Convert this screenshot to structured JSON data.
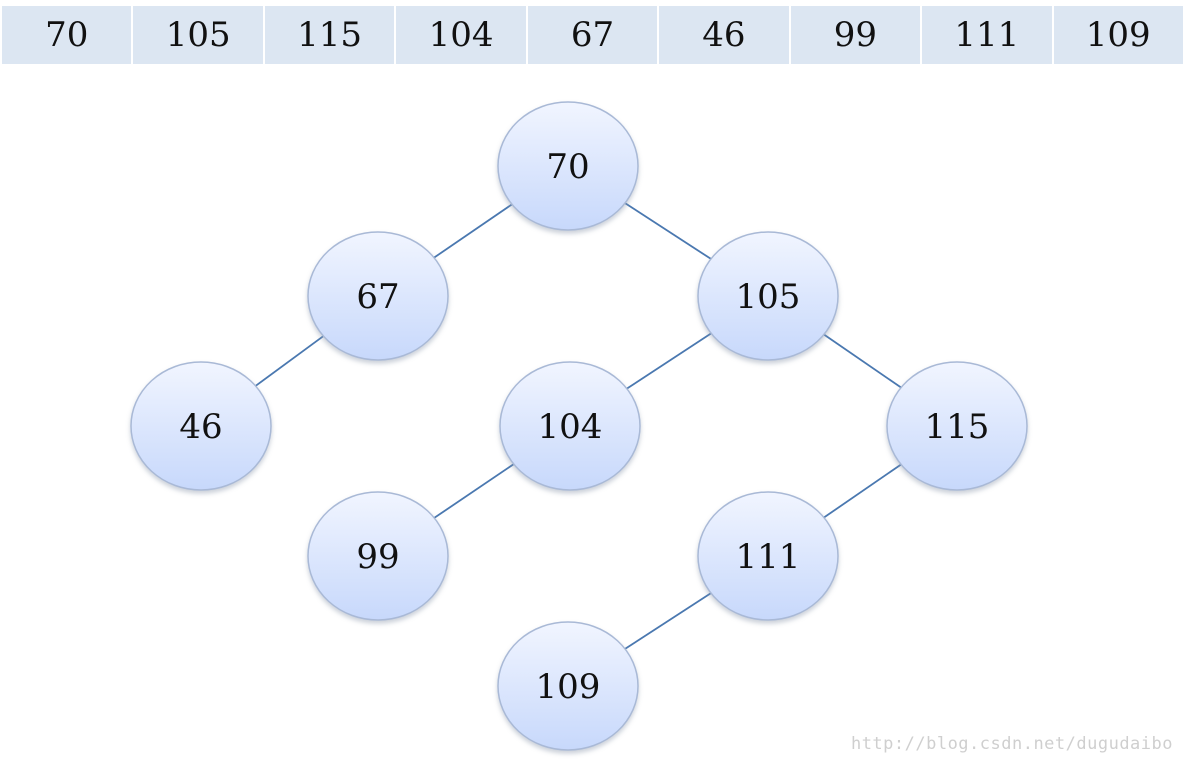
{
  "array": [
    "70",
    "105",
    "115",
    "104",
    "67",
    "46",
    "99",
    "111",
    "109"
  ],
  "tree": {
    "nodes": [
      {
        "id": "n70",
        "label": "70"
      },
      {
        "id": "n67",
        "label": "67"
      },
      {
        "id": "n105",
        "label": "105"
      },
      {
        "id": "n46",
        "label": "46"
      },
      {
        "id": "n104",
        "label": "104"
      },
      {
        "id": "n115",
        "label": "115"
      },
      {
        "id": "n99",
        "label": "99"
      },
      {
        "id": "n111",
        "label": "111"
      },
      {
        "id": "n109",
        "label": "109"
      }
    ],
    "edges": [
      [
        "n70",
        "n67"
      ],
      [
        "n70",
        "n105"
      ],
      [
        "n67",
        "n46"
      ],
      [
        "n105",
        "n104"
      ],
      [
        "n105",
        "n115"
      ],
      [
        "n104",
        "n99"
      ],
      [
        "n115",
        "n111"
      ],
      [
        "n111",
        "n109"
      ]
    ]
  },
  "colors": {
    "cell_fill": "#dce6f2",
    "node_fill_top": "#f1f5ff",
    "node_fill_bottom": "#c7d8fb",
    "node_stroke": "#a9b9d6",
    "edge": "#4a78b0"
  },
  "watermark": "http://blog.csdn.net/dugudaibo"
}
